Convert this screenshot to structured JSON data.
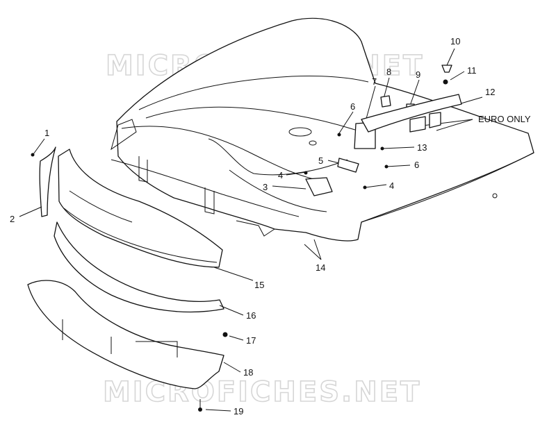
{
  "watermark": "MICROFICHES.NET",
  "note": "EURO ONLY",
  "callouts": [
    "1",
    "2",
    "3",
    "4",
    "4",
    "5",
    "6",
    "6",
    "7",
    "8",
    "9",
    "10",
    "11",
    "12",
    "13",
    "14",
    "15",
    "16",
    "17",
    "18",
    "19"
  ]
}
